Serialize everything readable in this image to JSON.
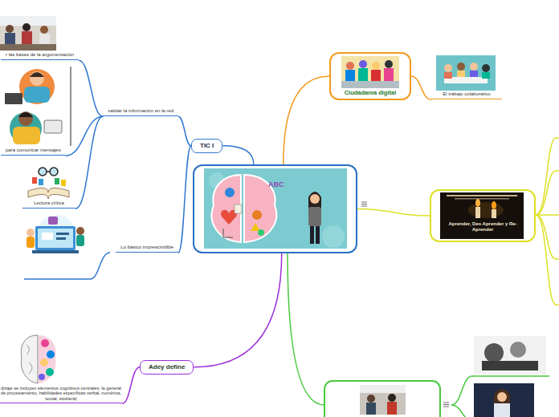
{
  "diagram": {
    "nodes": [
      {
        "text": [
          "ABC"
        ]
      },
      {
        "text": [
          "TIC I"
        ]
      },
      {
        "text": [
          "validar la información en la red"
        ]
      },
      {
        "text": [
          "r las bases de la argumentación"
        ]
      },
      {
        "text": [
          "para comunicar mensajes"
        ]
      },
      {
        "text": [
          "Lectura crítica"
        ]
      },
      {
        "text": [
          "Lo básico imprescindible"
        ]
      },
      {
        "text": [
          "Adey define"
        ]
      },
      {
        "text": [
          "dizaje se incluyen elementos cognitivos centrales: la general de procesamiento, habilidades específicas verbal, numérica, social, etcétera)"
        ]
      },
      {
        "text": [
          "Ciudadanía digital"
        ]
      },
      {
        "text": [
          "El trabajo colaborativo"
        ]
      },
      {
        "text": [
          "Aprender, Des Aprender y Re-Aprender"
        ]
      }
    ],
    "edges": [
      {
        "from": 0,
        "to": 1,
        "arrow": "none"
      },
      {
        "from": 1,
        "to": 2,
        "arrow": "none"
      },
      {
        "from": 2,
        "to": 3,
        "arrow": "none"
      },
      {
        "from": 2,
        "to": 4,
        "arrow": "none"
      },
      {
        "from": 2,
        "to": 5,
        "arrow": "none"
      },
      {
        "from": 1,
        "to": 6,
        "arrow": "none"
      },
      {
        "from": 0,
        "to": 7,
        "arrow": "none"
      },
      {
        "from": 7,
        "to": 8,
        "arrow": "none"
      },
      {
        "from": 0,
        "to": 9,
        "arrow": "none"
      },
      {
        "from": 9,
        "to": 10,
        "arrow": "none"
      },
      {
        "from": 0,
        "to": 11,
        "arrow": "none"
      }
    ]
  }
}
